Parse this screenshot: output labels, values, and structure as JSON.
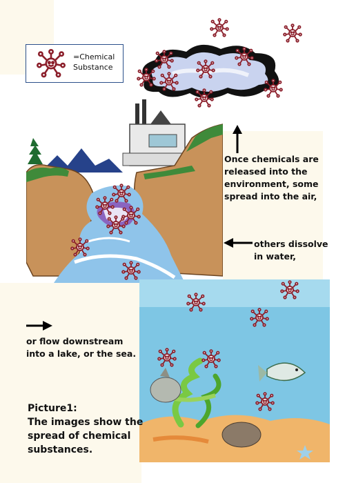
{
  "legend": {
    "label_line1": "=Chemical",
    "label_line2": "Substance",
    "icon": "chemical-substance-icon"
  },
  "captions": {
    "air": "Once chemicals are released into the environment, some spread into the air,",
    "water": "others dissolve in water,",
    "downstream": "or flow downstream into a lake, or the sea."
  },
  "picture": {
    "label": "Picture1:",
    "description": "The images show the spread of chemical substances."
  },
  "colors": {
    "panel": "#fdf9ec",
    "cliff": "#c8925a",
    "river": "#8fc4ea",
    "sea": "#7ec6e4",
    "sand": "#f0b56a",
    "chemical": "#8b1e2a"
  }
}
